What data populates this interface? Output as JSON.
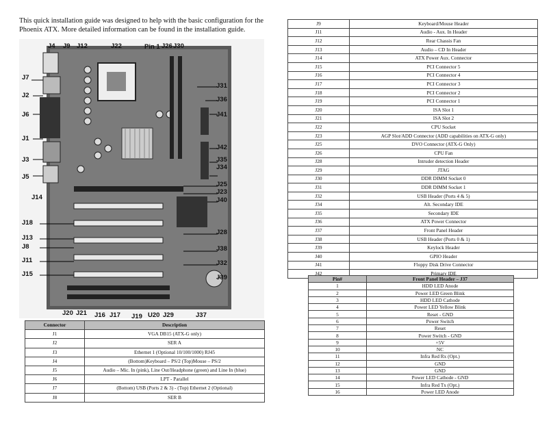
{
  "intro": "This quick installation guide was designed to help with the basic configuration for the Phoenix ATX. More detailed information can be found in the installation guide.",
  "board_labels": [
    "J4",
    "J9",
    "J12",
    "J22",
    "Pin 1",
    "J26",
    "J30",
    "J7",
    "J31",
    "J2",
    "J36",
    "J6",
    "J41",
    "J1",
    "J42",
    "J3",
    "J35",
    "J34",
    "J5",
    "J25",
    "J23",
    "J14",
    "J40",
    "J18",
    "J28",
    "J13",
    "J8",
    "J38",
    "J11",
    "J32",
    "J15",
    "J39",
    "J20",
    "J21",
    "J16",
    "J17",
    "J19",
    "U20",
    "J29",
    "J37"
  ],
  "left_table": {
    "headers": [
      "Connector",
      "Description"
    ],
    "rows": [
      [
        "J1",
        "VGA DB15 (ATX-G only)"
      ],
      [
        "J2",
        "SER A"
      ],
      [
        "J3",
        "Ethernet 1 (Optional 10/100/1000) RJ45"
      ],
      [
        "J4",
        "(Bottom)Keyboard – PS/2 (Top)Mouse – PS/2"
      ],
      [
        "J5",
        "Audio – Mic. In (pink), Line Out/Headphone (green) and Line In (blue)"
      ],
      [
        "J6",
        "LPT - Parallel"
      ],
      [
        "J7",
        "(Bottom) USB (Ports 2 & 3) - (Top) Ethernet 2  (Optional)"
      ],
      [
        "J8",
        "SER B"
      ]
    ]
  },
  "right_table": {
    "rows": [
      [
        "J9",
        "Keyboard/Mouse Header"
      ],
      [
        "J11",
        "Audio - Aux. In Header"
      ],
      [
        "J12",
        "Rear Chassis Fan"
      ],
      [
        "J13",
        "Audio – CD In Header"
      ],
      [
        "J14",
        "ATX Power Aux. Connector"
      ],
      [
        "J15",
        "PCI Connector 5"
      ],
      [
        "J16",
        "PCI Connector 4"
      ],
      [
        "J17",
        "PCI Connector 3"
      ],
      [
        "J18",
        "PCI Connector 2"
      ],
      [
        "J19",
        "PCI Connector 1"
      ],
      [
        "J20",
        "ISA Slot 1"
      ],
      [
        "J21",
        "ISA Slot 2"
      ],
      [
        "J22",
        "CPU Socket"
      ],
      [
        "J23",
        "AGP Slot/ADD Connector (ADD capabilities on ATX-G only)"
      ],
      [
        "J25",
        "DVO Connector (ATX-G Only)"
      ],
      [
        "J26",
        "CPU Fan"
      ],
      [
        "J28",
        "Intruder detection Header"
      ],
      [
        "J29",
        "JTAG"
      ],
      [
        "J30",
        "DDR DIMM Socket 0"
      ],
      [
        "J31",
        "DDR DIMM Socket 1"
      ],
      [
        "J32",
        "USB Header (Ports 4 & 5)"
      ],
      [
        "J34",
        "Alt. Secondary IDE"
      ],
      [
        "J35",
        "Secondary IDE"
      ],
      [
        "J36",
        "ATX Power Connector"
      ],
      [
        "J37",
        "Front Panel Header"
      ],
      [
        "J38",
        "USB Header (Ports 0 & 1)"
      ],
      [
        "J39",
        "Keylock Header"
      ],
      [
        "J40",
        "GPIO Header"
      ],
      [
        "J41",
        "Floppy Disk Drive Connector"
      ],
      [
        "J42",
        "Primary IDE"
      ]
    ]
  },
  "fp_table": {
    "headers": [
      "Pin#",
      "Front Panel Header – J37"
    ],
    "rows": [
      [
        "1",
        "HDD LED Anode"
      ],
      [
        "2",
        "Power LED Green Blink"
      ],
      [
        "3",
        "HDD LED Cathode"
      ],
      [
        "4",
        "Power LED Yellow Blink"
      ],
      [
        "5",
        "Reset - GND"
      ],
      [
        "6",
        "Power Switch"
      ],
      [
        "7",
        "Reset"
      ],
      [
        "8",
        "Power Switch - GND"
      ],
      [
        "9",
        "+5V"
      ],
      [
        "10",
        "NC"
      ],
      [
        "11",
        "Infra Red Rx (Opt.)"
      ],
      [
        "12",
        "GND"
      ],
      [
        "13",
        "GND"
      ],
      [
        "14",
        "Power LED Cathode - GND"
      ],
      [
        "15",
        "Infra Red Tx (Opt.)"
      ],
      [
        "16",
        "Power LED Anode"
      ]
    ]
  }
}
